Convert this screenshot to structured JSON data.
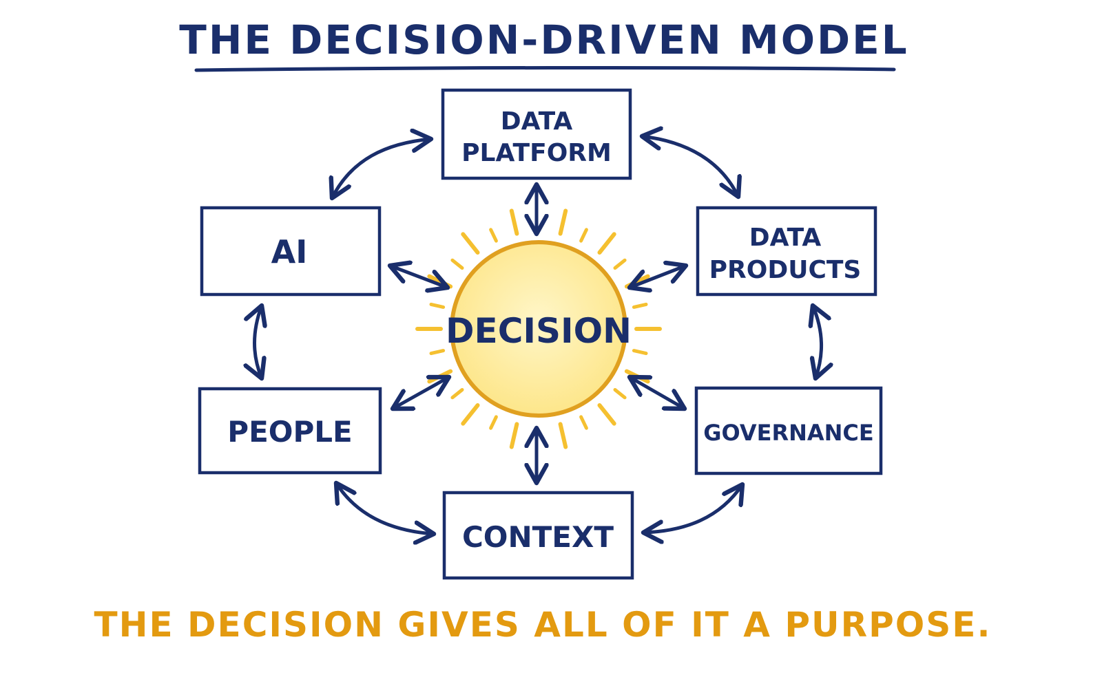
{
  "title": "THE DECISION-DRIVEN MODEL",
  "center": {
    "label": "DECISION"
  },
  "boxes": {
    "data_platform": {
      "lines": [
        "DATA",
        "PLATFORM"
      ]
    },
    "ai": {
      "lines": [
        "AI"
      ]
    },
    "data_products": {
      "lines": [
        "DATA",
        "PRODUCTS"
      ]
    },
    "people": {
      "lines": [
        "PEOPLE"
      ]
    },
    "governance": {
      "lines": [
        "GOVERNANCE"
      ]
    },
    "context": {
      "lines": [
        "CONTEXT"
      ]
    }
  },
  "caption": "THE DECISION GIVES ALL OF IT A PURPOSE.",
  "colors": {
    "ink": "#1a2e6b",
    "sun_fill": "#fde68a",
    "sun_stroke": "#e0a020",
    "rays": "#f5c030",
    "caption": "#e39a10",
    "background": "#ffffff"
  }
}
